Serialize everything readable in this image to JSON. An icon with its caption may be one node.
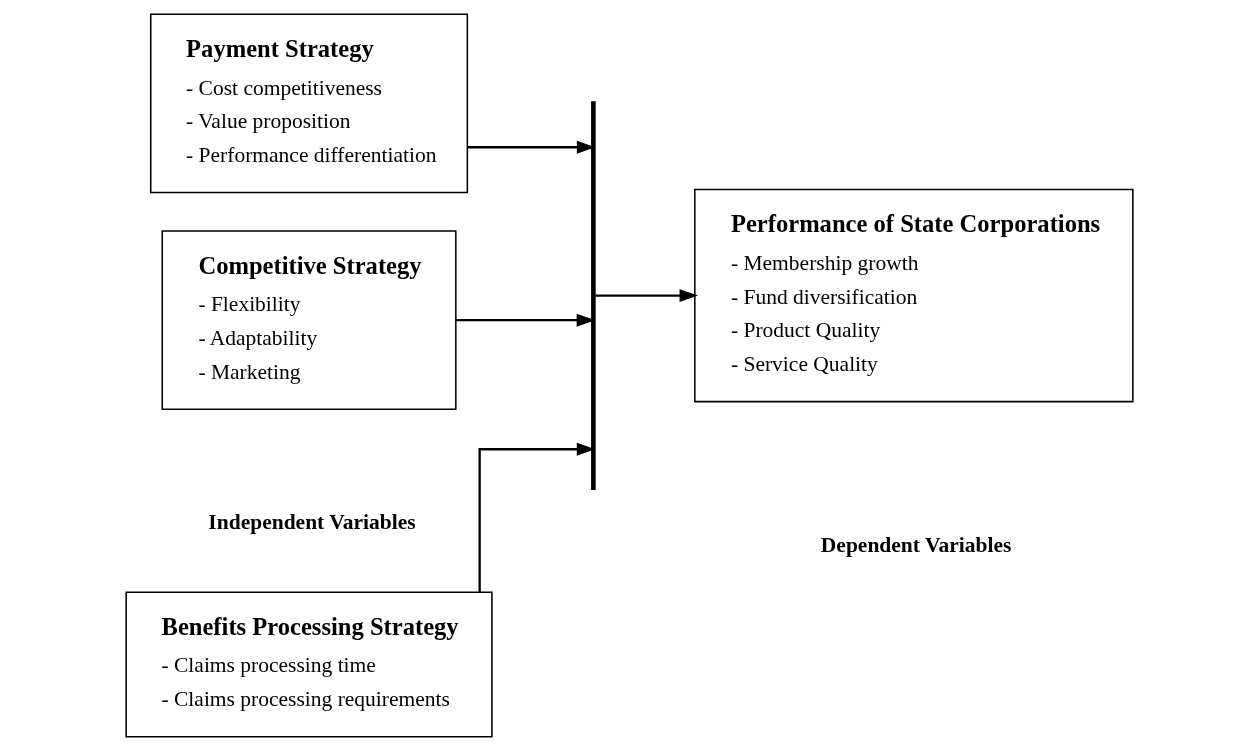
{
  "diagram": {
    "nodes": [
      {
        "text": [
          "Benefits Processing Strategy",
          "- Claims processing time",
          "- Claims processing requirements"
        ]
      },
      {
        "text": [
          "Payment Strategy",
          "- Cost competitiveness",
          "- Value proposition",
          "- Performance differentiation"
        ]
      },
      {
        "text": [
          "Competitive Strategy",
          "- Flexibility",
          "- Adaptability",
          "- Marketing"
        ]
      },
      {
        "text": [],
        "shape": "bar"
      },
      {
        "text": [
          "Performance of State Corporations",
          "- Membership growth",
          "- Fund diversification",
          "- Product Quality",
          "- Service Quality"
        ]
      }
    ],
    "edges": [
      {
        "from": 0,
        "to": 3,
        "arrow": "to"
      },
      {
        "from": 1,
        "to": 3,
        "arrow": "to"
      },
      {
        "from": 2,
        "to": 3,
        "arrow": "to"
      },
      {
        "from": 3,
        "to": 4,
        "arrow": "to"
      }
    ],
    "labels": [
      "Independent Variables",
      "Dependent Variables"
    ]
  }
}
